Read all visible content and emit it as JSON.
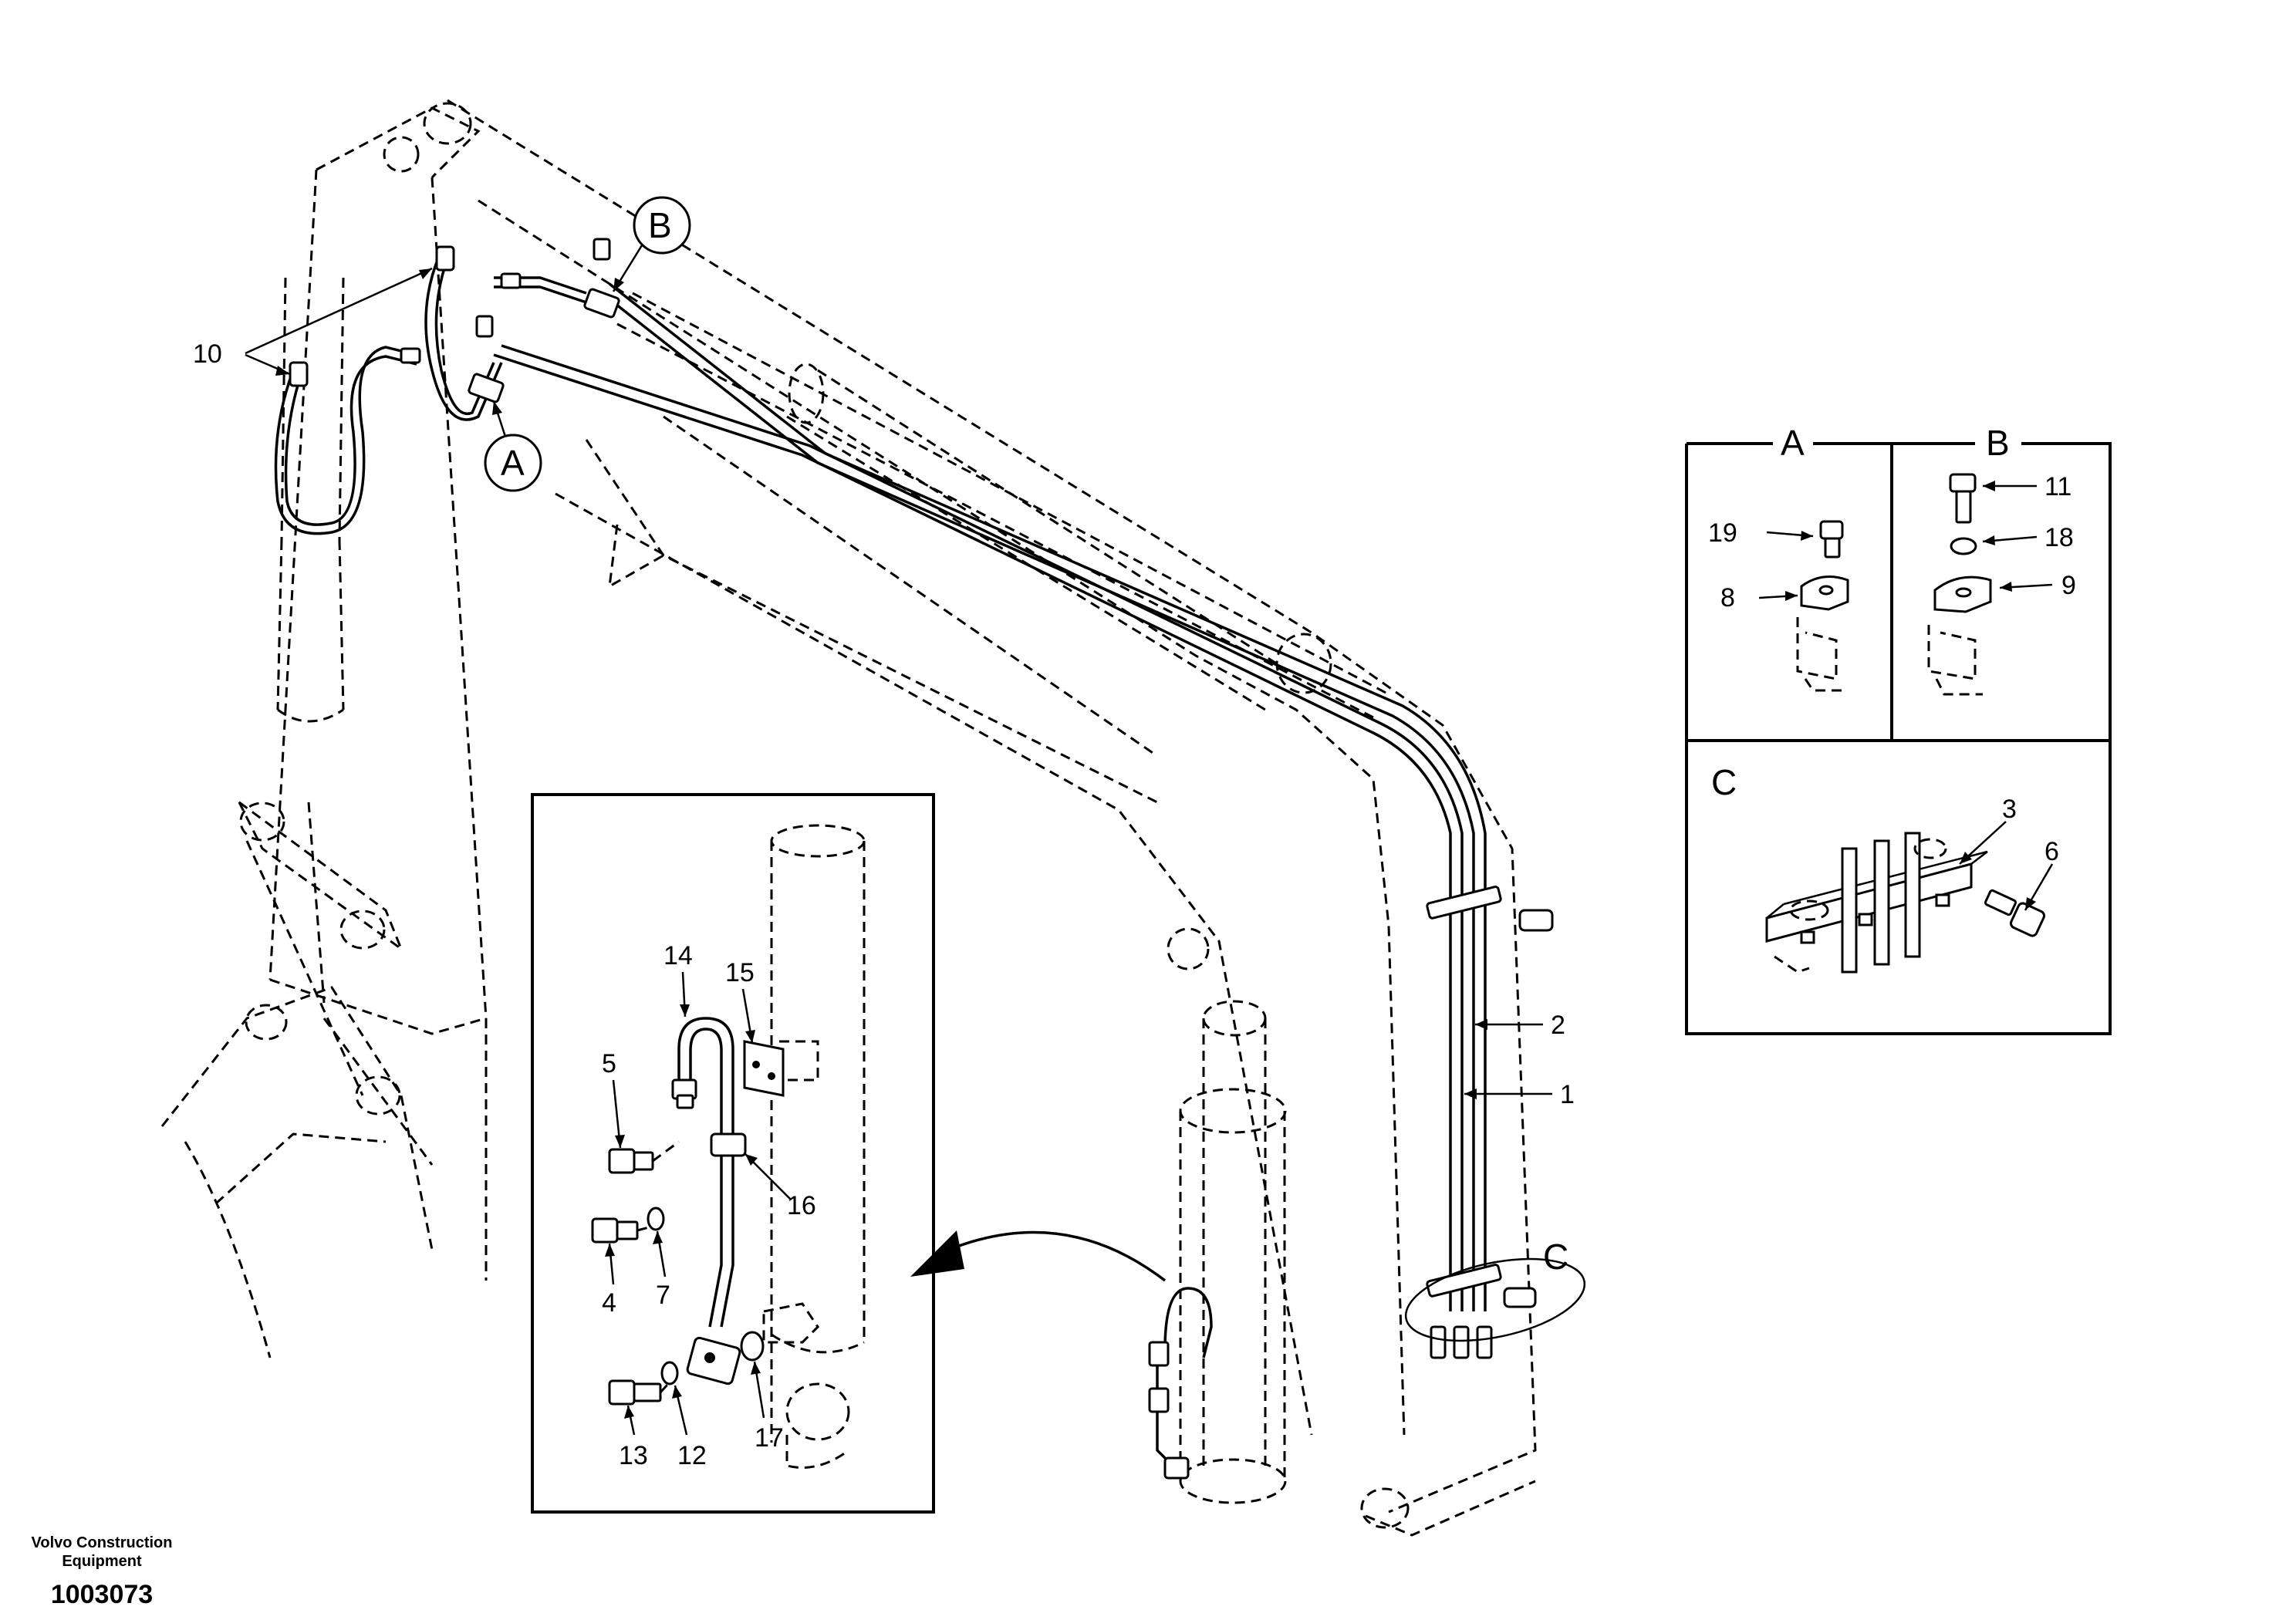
{
  "callouts": {
    "p1": "1",
    "p2": "2",
    "p3": "3",
    "p4": "4",
    "p5": "5",
    "p6": "6",
    "p7": "7",
    "p8": "8",
    "p9": "9",
    "p10": "10",
    "p11": "11",
    "p12": "12",
    "p13": "13",
    "p14": "14",
    "p15": "15",
    "p16": "16",
    "p17": "17",
    "p18": "18",
    "p19": "19"
  },
  "detail_refs": {
    "a": "A",
    "b": "B",
    "c": "C"
  },
  "detail_panels": {
    "a_title": "A",
    "b_title": "B",
    "c_title": "C"
  },
  "footer": {
    "company_line1": "Volvo Construction",
    "company_line2": "Equipment",
    "drawing_number": "1003073"
  }
}
